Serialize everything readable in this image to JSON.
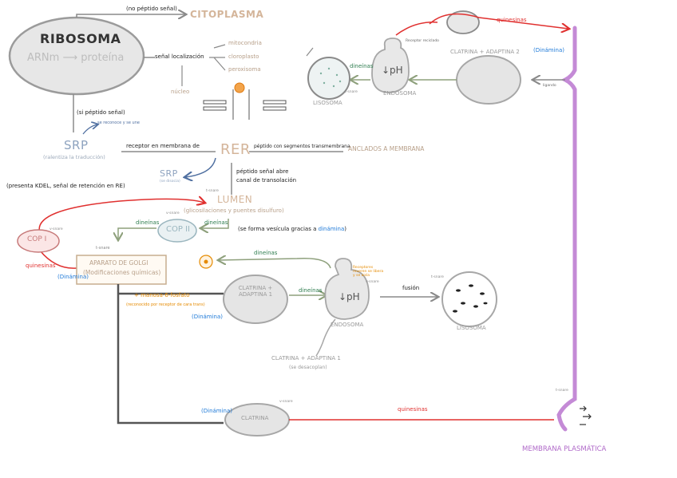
{
  "colors": {
    "gray_fill": "#e7e7e7",
    "gray_stroke": "#a7a7a7",
    "tan": "#b8a08a",
    "green": "#2e7d4f",
    "olive_arrow": "#9aae8a",
    "red": "#e0302f",
    "blue": "#1f7ad8",
    "orange": "#e58a00",
    "purple": "#b06ac9",
    "pink": "#e79bb6",
    "membrane": "#c48ad6"
  },
  "nodes": {
    "ribosoma": "RIBOSOMA",
    "arn_proteina": "ARNm ⟶ proteína",
    "citoplasma": "CITOPLASMA",
    "no_peptido": "(no péptido señal)",
    "senal_localizacion": "señal localización",
    "mitocondria": "mitocondria",
    "cloroplasto": "cloroplasto",
    "peroxisoma": "peroxisoma",
    "nucleo": "núcleo",
    "si_peptido": "(si péptido señal)",
    "se_reconoce": "se reconoce y se une",
    "srp": "SRP",
    "ralentiza": "(ralentiza la traducción)",
    "receptor_membrana": "receptor en membrana de",
    "rer": "RER",
    "peptido_transmembrana": "péptido con segmentos transmembrana",
    "anclados": "ANCLADOS A MEMBRANA",
    "srp_small": "SRP",
    "se_disocia": "(se disocia)",
    "peptido_senal_abre": "péptido señal abre",
    "canal_translocacion": "canal de transolación",
    "presenta_kdel": "(presenta KDEL, señal de retención en RE)",
    "lumen": "LUMEN",
    "glicosilaciones": "(glicosilaciones y puentes disulfuro)",
    "t_snare": "t-snare",
    "v_snare": "v-snare",
    "copii": "COP II",
    "copi": "COP I",
    "dineinas": "dineínas",
    "forma_vesicula": "(se forma vesícula gracias a",
    "dinamina": "dinámina",
    "dinamina_paren": "(Dinámina)",
    "aparato_golgi": "APARATO DE GOLGI",
    "modificaciones": "(Modificaciones químicas)",
    "quinesinas": "quinesinas",
    "manosa": "+ manosa-6-fosfato",
    "reconocido": "(reconocido por receptor de cara trans)",
    "clatrina_adaptina1": "CLATRINA + ADAPTINA 1",
    "clatrina_adaptina2": "CLATRINA + ADAPTINA 2",
    "se_desacoplan": "(se desacoplan)",
    "endosoma": "ENDOSOMA",
    "ph": "↓pH",
    "receptores_mueren": "Receptores mueren se libera y se aisla",
    "receptor_reciclado": "Receptor reciclado",
    "fusion": "fusión",
    "lisosoma": "LISOSOMA",
    "clatrina": "CLATRINA",
    "membrana_plasmatica": "MEMBRANA PLASMÁTICA",
    "ligando": "ligando"
  }
}
